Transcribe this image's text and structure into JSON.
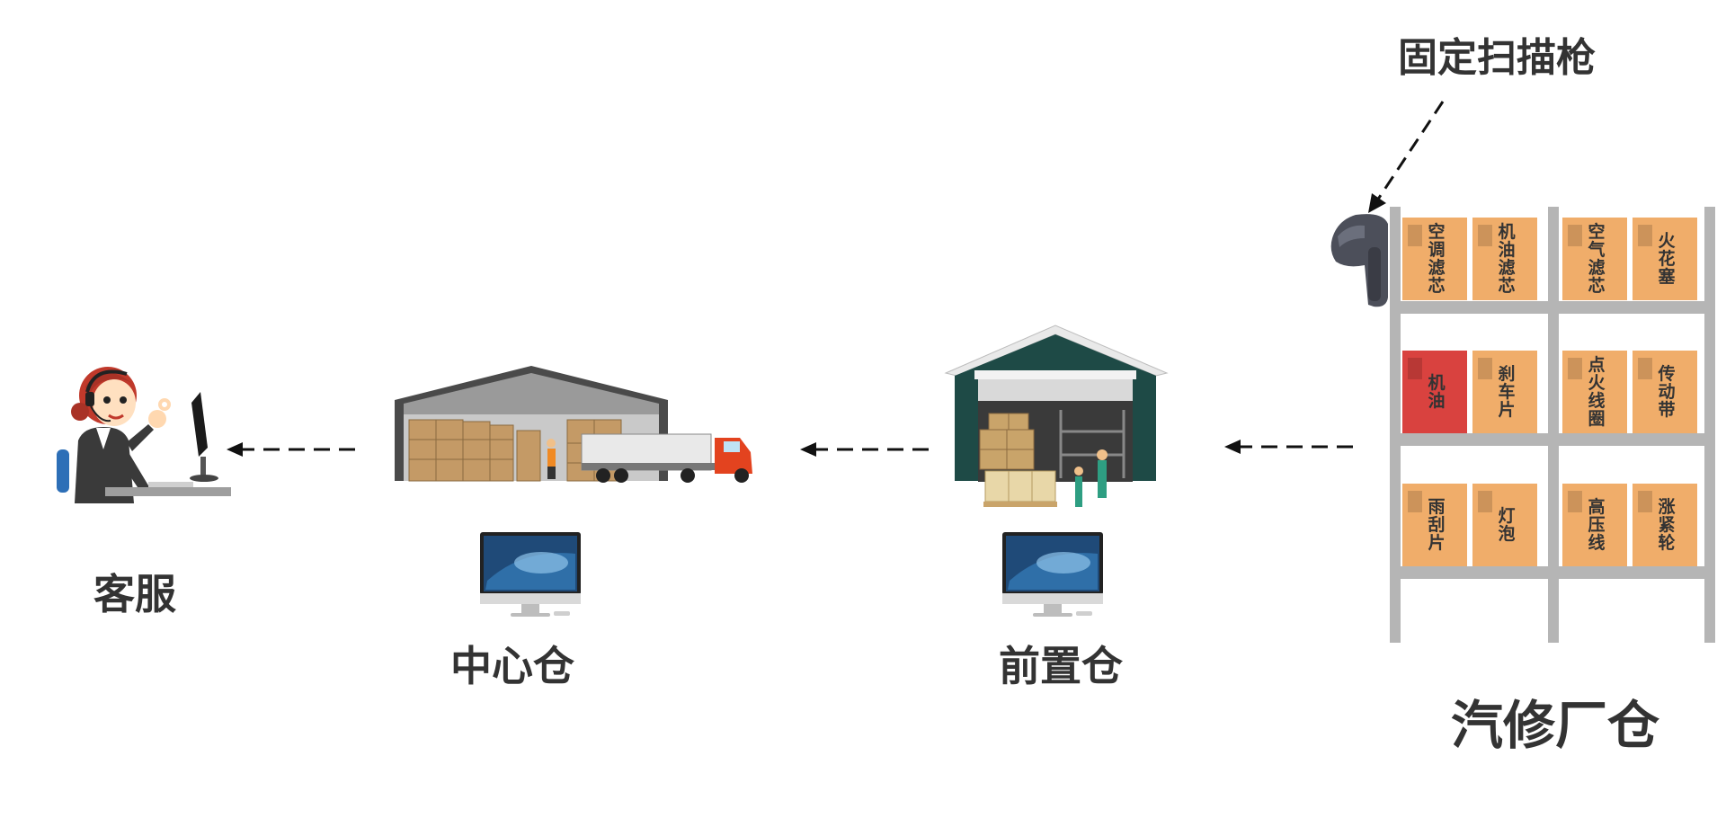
{
  "nodes": {
    "customer_service": "客服",
    "center_warehouse": "中心仓",
    "front_warehouse": "前置仓",
    "repair_shop_warehouse": "汽修厂仓",
    "fixed_scanner": "固定扫描枪"
  },
  "shelf_items": [
    {
      "label": "空调滤芯",
      "color": "#f0ad6a"
    },
    {
      "label": "机油滤芯",
      "color": "#f0ad6a"
    },
    {
      "label": "空气滤芯",
      "color": "#f0ad6a"
    },
    {
      "label": "火花塞",
      "color": "#f0ad6a"
    },
    {
      "label": "机油",
      "color": "#d9423f"
    },
    {
      "label": "刹车片",
      "color": "#f0ad6a"
    },
    {
      "label": "点火线圈",
      "color": "#f0ad6a"
    },
    {
      "label": "传动带",
      "color": "#f0ad6a"
    },
    {
      "label": "雨刮片",
      "color": "#f0ad6a"
    },
    {
      "label": "灯泡",
      "color": "#f0ad6a"
    },
    {
      "label": "高压线",
      "color": "#f0ad6a"
    },
    {
      "label": "涨紧轮",
      "color": "#f0ad6a"
    }
  ],
  "colors": {
    "text": "#333333",
    "arrow": "#111111",
    "box": "#f0ad6a",
    "box_highlight": "#d9423f",
    "shelf_frame": "#b5b5b5"
  }
}
